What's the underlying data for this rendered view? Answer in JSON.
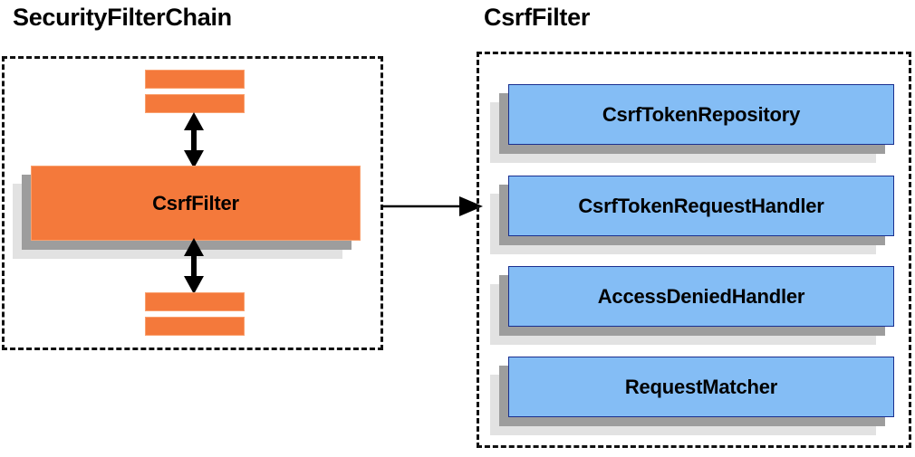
{
  "diagram": {
    "type": "component-diagram",
    "background_color": "#ffffff",
    "palette": {
      "orange_fill": "#f4793b",
      "orange_border": "#f9a06e",
      "blue_fill": "#84bdf5",
      "blue_border": "#1a2f8f",
      "shadow_mid": "#9d9d9d",
      "shadow_back": "#e2e2e2",
      "outline": "#111111",
      "text": "#000000"
    }
  },
  "left_panel": {
    "title": "SecurityFilterChain",
    "border_style": "dashed",
    "filters_above": [
      {
        "label": ""
      },
      {
        "label": ""
      }
    ],
    "focus_box": {
      "label": "CsrfFilter",
      "style": "stacked",
      "color": "#f4793b"
    },
    "filters_below": [
      {
        "label": ""
      },
      {
        "label": ""
      }
    ],
    "arrows": [
      {
        "name": "arrow-above-csrffilter",
        "direction": "bidirectional",
        "orientation": "vertical"
      },
      {
        "name": "arrow-below-csrffilter",
        "direction": "bidirectional",
        "orientation": "vertical"
      }
    ]
  },
  "connector": {
    "name": "left-to-right-connector",
    "direction": "right",
    "from": "CsrfFilter",
    "to": "CsrfFilter detail panel"
  },
  "right_panel": {
    "title": "CsrfFilter",
    "border_style": "dashed",
    "components": [
      {
        "label": "CsrfTokenRepository"
      },
      {
        "label": "CsrfTokenRequestHandler"
      },
      {
        "label": "AccessDeniedHandler"
      },
      {
        "label": "RequestMatcher"
      }
    ]
  }
}
